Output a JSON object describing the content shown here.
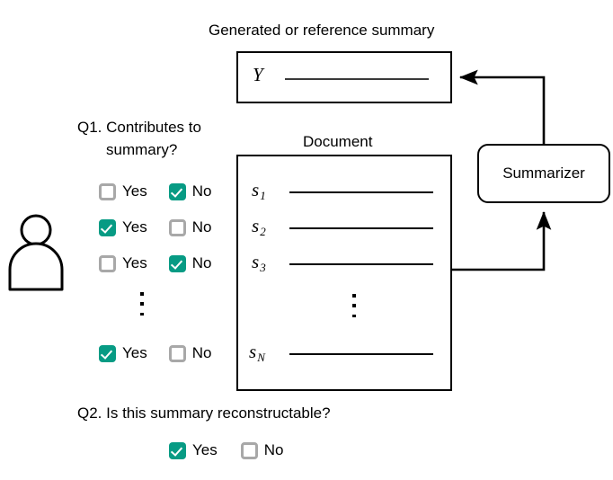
{
  "figure": {
    "summary_caption": "Generated or reference summary",
    "document_caption": "Document",
    "summarizer_label": "Summarizer",
    "summary_symbol": "Y"
  },
  "colors": {
    "checked": "#079b84",
    "unchecked_border": "#a8a8a8",
    "stroke": "#000000",
    "background": "#ffffff"
  },
  "questions": {
    "q1_line1": "Q1. Contributes to",
    "q1_line2": "summary?",
    "q2": "Q2. Is this summary reconstructable?"
  },
  "labels": {
    "yes": "Yes",
    "no": "No"
  },
  "q1_rows": [
    {
      "sentence": "s",
      "subscript": "1",
      "yes_checked": false,
      "no_checked": true
    },
    {
      "sentence": "s",
      "subscript": "2",
      "yes_checked": true,
      "no_checked": false
    },
    {
      "sentence": "s",
      "subscript": "3",
      "yes_checked": false,
      "no_checked": true
    },
    {
      "sentence": "s",
      "subscript": "N",
      "yes_checked": true,
      "no_checked": false
    }
  ],
  "q1_row_labels": {
    "r0_yes": "Yes",
    "r0_no": "No",
    "r1_yes": "Yes",
    "r1_no": "No",
    "r2_yes": "Yes",
    "r2_no": "No",
    "r3_yes": "Yes",
    "r3_no": "No"
  },
  "q1_sentences": {
    "s1": "s",
    "s1sub": "1",
    "s2": "s",
    "s2sub": "2",
    "s3": "s",
    "s3sub": "3",
    "sN": "s",
    "sNsub": "N"
  },
  "q2_answer": {
    "yes_label": "Yes",
    "no_label": "No",
    "yes_checked": true,
    "no_checked": false
  },
  "actor": {
    "name": "human-annotator"
  },
  "flow": {
    "document_to_summarizer": "input",
    "summarizer_to_summary": "output"
  }
}
